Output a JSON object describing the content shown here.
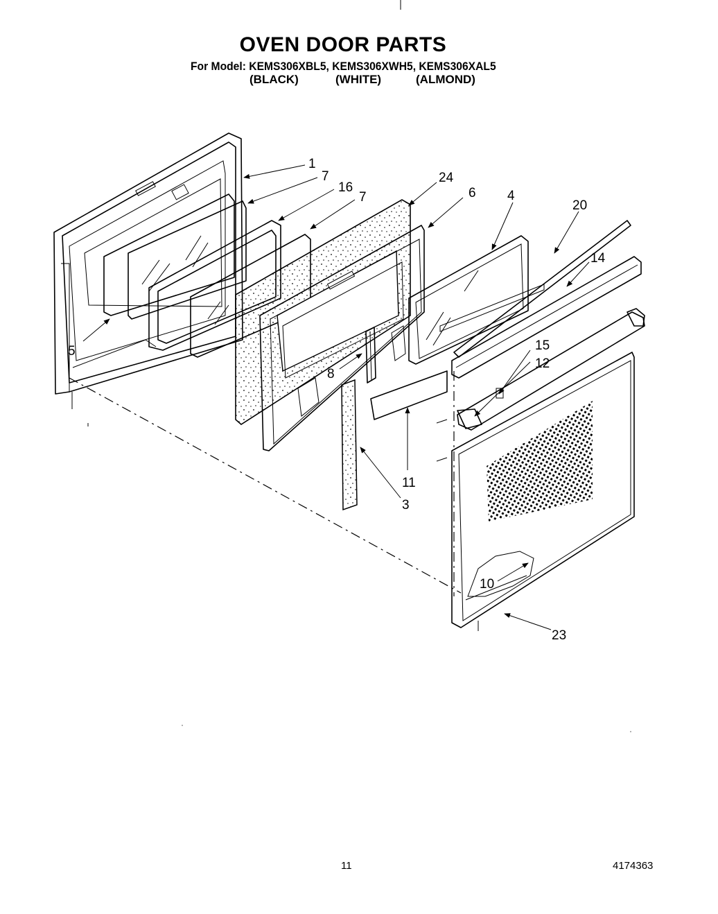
{
  "header": {
    "title": "OVEN DOOR PARTS",
    "subtitle": "For Model: KEMS306XBL5, KEMS306XWH5, KEMS306XAL5",
    "colors": [
      "(BLACK)",
      "(WHITE)",
      "(ALMOND)"
    ]
  },
  "callouts": {
    "c1": "1",
    "c7a": "7",
    "c16": "16",
    "c7b": "7",
    "c24": "24",
    "c6": "6",
    "c4": "4",
    "c20": "20",
    "c14": "14",
    "c15": "15",
    "c12": "12",
    "c5": "5",
    "c8": "8",
    "c11": "11",
    "c3": "3",
    "c10": "10",
    "c23": "23"
  },
  "footer": {
    "page_number": "11",
    "doc_number": "4174363"
  }
}
